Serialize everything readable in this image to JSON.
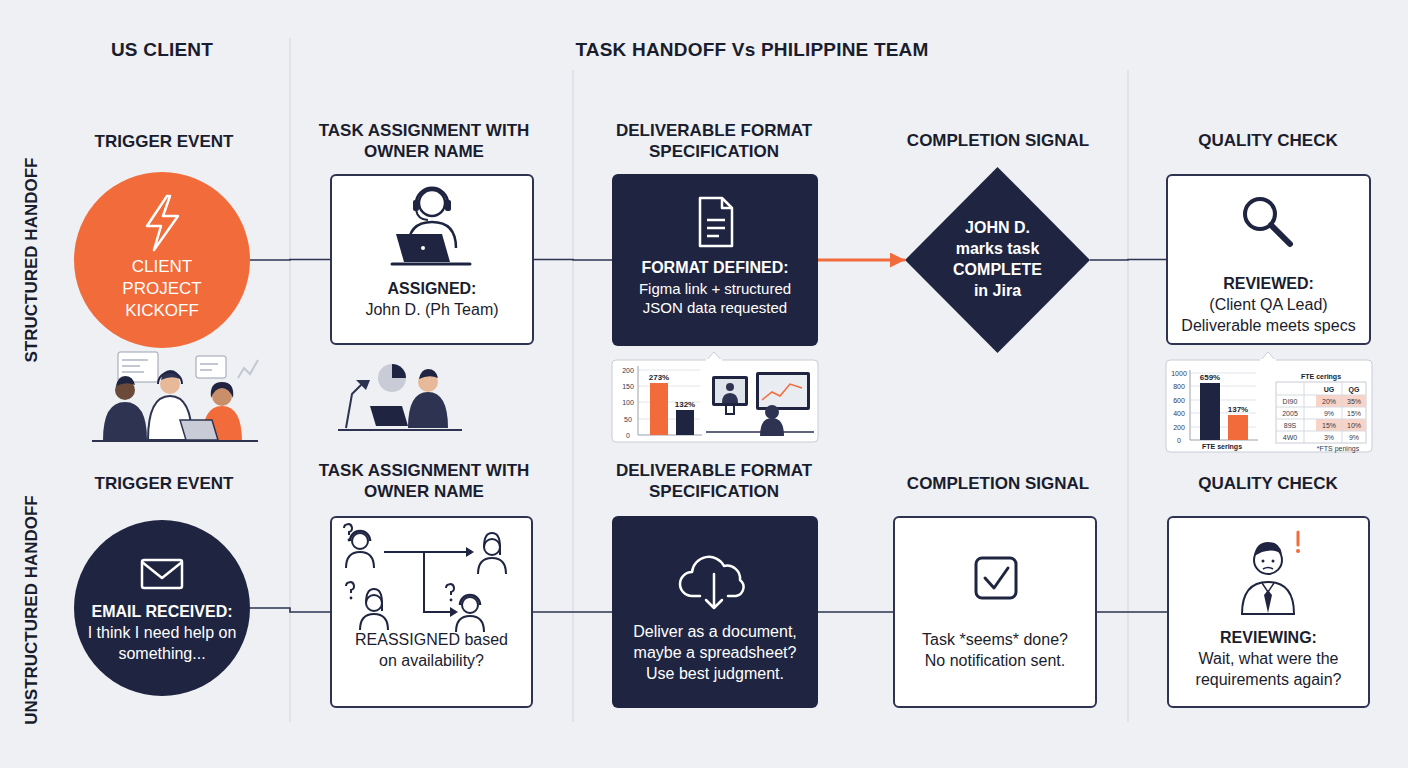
{
  "diagram": {
    "title": "TASK HANDOFF Vs PHILIPPINE TEAM",
    "nodes": [
      {
        "text": [
          "CLIENT PROJECT KICKOFF"
        ]
      },
      {
        "text": [
          "ASSIGNED:",
          "John D. (Ph Team)"
        ]
      },
      {
        "text": [
          "FORMAT DEFINED:",
          "Figma link + structured JSON data requested"
        ]
      },
      {
        "text": [
          "JOHN D. marks task COMPLETE in Jira"
        ]
      },
      {
        "text": [
          "REVIEWED:",
          "(Client QA Lead) Deliverable meets specs"
        ]
      },
      {
        "text": [
          "EMAIL RECEIVED:",
          "I think I need help on something..."
        ]
      },
      {
        "text": [
          "REASSIGNED based on availability?"
        ]
      },
      {
        "text": [
          "Deliver as a document, maybe a spreadsheet? Use best judgment."
        ]
      },
      {
        "text": [
          "Task *seems* done? No notification sent."
        ]
      },
      {
        "text": [
          "REVIEWING:",
          "Wait, what were the requirements again?"
        ]
      }
    ],
    "edges": [
      {
        "from": 0,
        "to": 1,
        "arrow": "none"
      },
      {
        "from": 1,
        "to": 2,
        "arrow": "none"
      },
      {
        "from": 2,
        "to": 3,
        "arrow": "to"
      },
      {
        "from": 3,
        "to": 4,
        "arrow": "none"
      },
      {
        "from": 5,
        "to": 6,
        "arrow": "none"
      },
      {
        "from": 6,
        "to": 7,
        "arrow": "none"
      },
      {
        "from": 7,
        "to": 8,
        "arrow": "none"
      },
      {
        "from": 8,
        "to": 9,
        "arrow": "none"
      }
    ],
    "labels": [
      "US CLIENT",
      "STRUCTURED HANDOFF",
      "TRIGGER EVENT",
      "TASK ASSIGNMENT WITH OWNER NAME",
      "DELIVERABLE FORMAT SPECIFICATION",
      "COMPLETION SIGNAL",
      "QUALITY CHECK",
      "UNSTRUCTURED HANDOFF",
      "TRIGGER EVENT",
      "TASK ASSIGNMENT WITH OWNER NAME",
      "DELIVERABLE FORMAT SPECIFICATION",
      "COMPLETION SIGNAL",
      "QUALITY CHECK",
      "200",
      "150",
      "100",
      "50",
      "0",
      "273%",
      "132%",
      "1000",
      "800",
      "600",
      "400",
      "200",
      "0",
      "659%",
      "137%",
      "FTE serings",
      "FTE cerings",
      "UG",
      "QG",
      "DI90",
      "20%",
      "35%",
      "2005",
      "9%",
      "15%",
      "89S",
      "15%",
      "10%",
      "4W0",
      "3%",
      "9%",
      "*FTS penings"
    ]
  }
}
